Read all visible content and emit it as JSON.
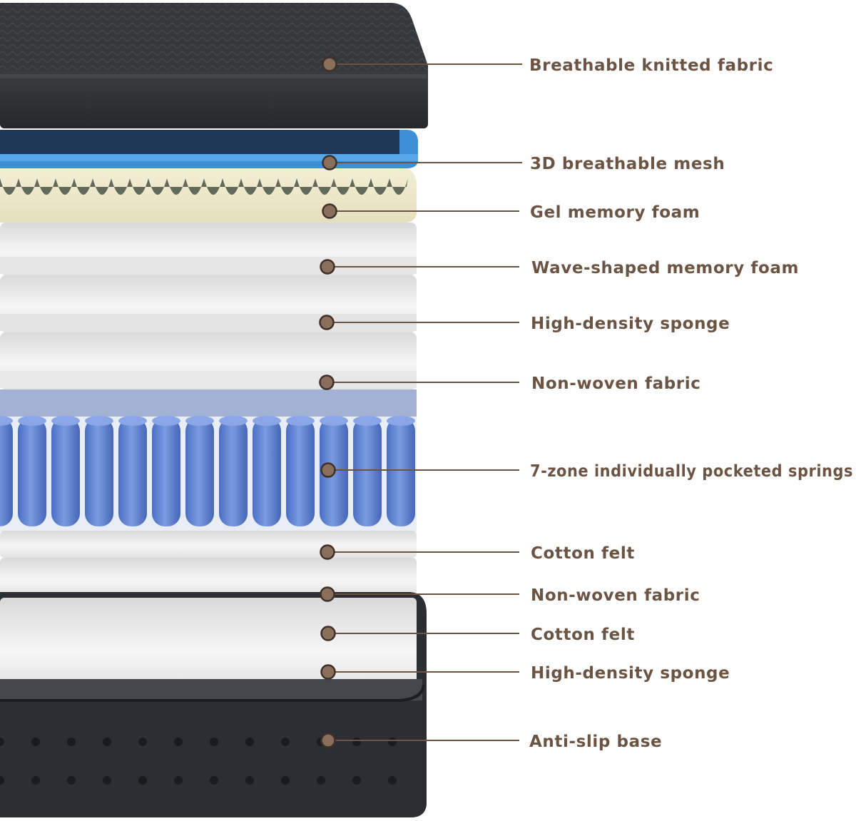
{
  "colors": {
    "label": "#6b5444",
    "marker_fill": "#8a6f5c",
    "marker_stroke": "#3f3028",
    "leader_line": "#6b5444",
    "top_cover": "#303236",
    "cover_band": "#2a2c30",
    "mesh_blue": "#3d8fd6",
    "gel_foam": "#ece7c7",
    "white_layer": "#f2f2f2",
    "spring_blue": "#5b7fcf",
    "base": "#2c2e33"
  },
  "icons": {
    "marker": "dot-marker-icon"
  },
  "layers": [
    {
      "label": "Breathable knitted fabric"
    },
    {
      "label": "3D breathable mesh"
    },
    {
      "label": "Gel memory foam"
    },
    {
      "label": "Wave-shaped memory foam"
    },
    {
      "label": "High-density sponge"
    },
    {
      "label": "Non-woven fabric"
    },
    {
      "label": "7-zone individually pocketed springs"
    },
    {
      "label": "Cotton felt"
    },
    {
      "label": "Non-woven fabric"
    },
    {
      "label": "Cotton felt"
    },
    {
      "label": "High-density sponge"
    },
    {
      "label": "Anti-slip base"
    }
  ]
}
